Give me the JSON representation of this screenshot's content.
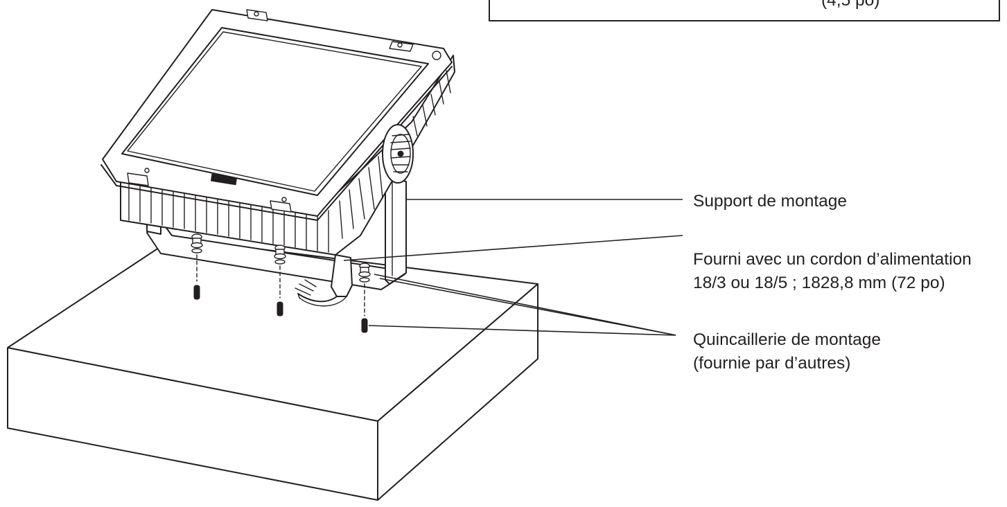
{
  "header_box": {
    "partial_text": "(4,5 po)"
  },
  "labels": {
    "mounting_bracket": "Support de montage",
    "power_cord_line1": "Fourni avec un cordon d’alimentation",
    "power_cord_line2": "18/3 ou 18/5 ; 1828,8 mm (72 po)",
    "hardware_line1": "Quincaillerie de montage",
    "hardware_line2": "(fournie par d’autres)"
  },
  "colors": {
    "ink": "#231f20",
    "background": "#ffffff"
  }
}
